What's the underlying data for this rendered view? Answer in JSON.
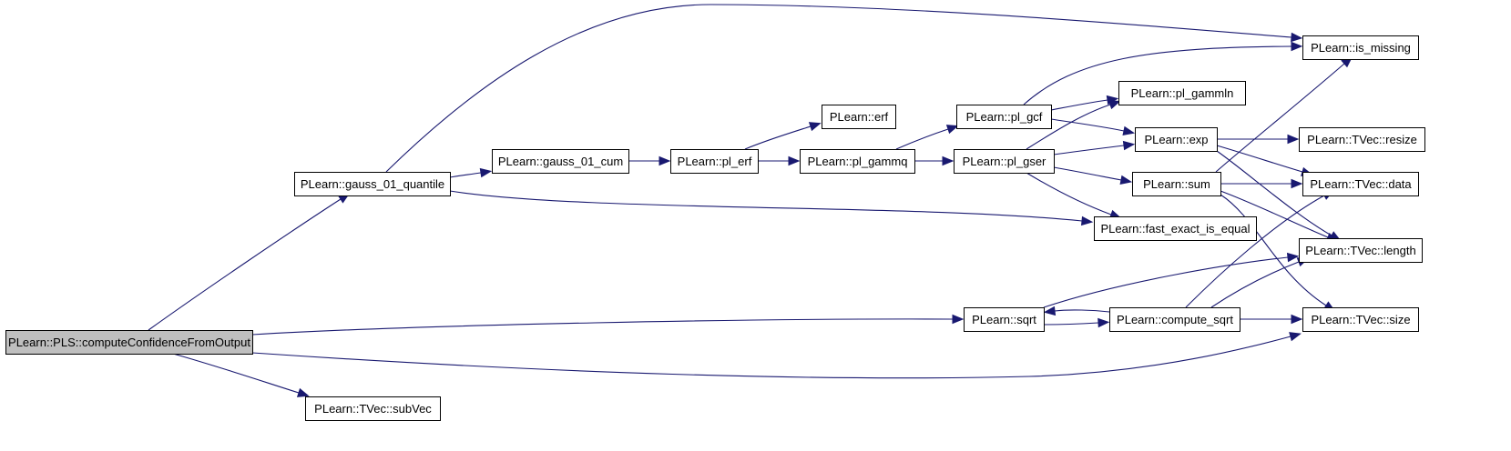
{
  "graph": {
    "edge_color": "#191970",
    "root_fill": "#bfbfbf",
    "nodes": [
      {
        "id": "root",
        "label": "PLearn::PLS::computeConfidenceFromOutput",
        "root": true
      },
      {
        "id": "gauss_q",
        "label": "PLearn::gauss_01_quantile"
      },
      {
        "id": "subvec",
        "label": "PLearn::TVec::subVec"
      },
      {
        "id": "gauss_cum",
        "label": "PLearn::gauss_01_cum"
      },
      {
        "id": "pl_erf",
        "label": "PLearn::pl_erf"
      },
      {
        "id": "erf",
        "label": "PLearn::erf"
      },
      {
        "id": "pl_gammq",
        "label": "PLearn::pl_gammq"
      },
      {
        "id": "pl_gcf",
        "label": "PLearn::pl_gcf"
      },
      {
        "id": "pl_gser",
        "label": "PLearn::pl_gser"
      },
      {
        "id": "pl_gammln",
        "label": "PLearn::pl_gammln"
      },
      {
        "id": "exp",
        "label": "PLearn::exp"
      },
      {
        "id": "sum",
        "label": "PLearn::sum"
      },
      {
        "id": "fast_eq",
        "label": "PLearn::fast_exact_is_equal"
      },
      {
        "id": "sqrt",
        "label": "PLearn::sqrt"
      },
      {
        "id": "compute_sqrt",
        "label": "PLearn::compute_sqrt"
      },
      {
        "id": "is_missing",
        "label": "PLearn::is_missing"
      },
      {
        "id": "resize",
        "label": "PLearn::TVec::resize"
      },
      {
        "id": "data",
        "label": "PLearn::TVec::data"
      },
      {
        "id": "length",
        "label": "PLearn::TVec::length"
      },
      {
        "id": "size",
        "label": "PLearn::TVec::size"
      }
    ],
    "edges": [
      [
        "root",
        "gauss_q"
      ],
      [
        "root",
        "sqrt"
      ],
      [
        "root",
        "size"
      ],
      [
        "root",
        "subvec"
      ],
      [
        "gauss_q",
        "is_missing"
      ],
      [
        "gauss_q",
        "gauss_cum"
      ],
      [
        "gauss_q",
        "fast_eq"
      ],
      [
        "gauss_cum",
        "pl_erf"
      ],
      [
        "pl_erf",
        "erf"
      ],
      [
        "pl_erf",
        "pl_gammq"
      ],
      [
        "pl_gammq",
        "pl_gcf"
      ],
      [
        "pl_gammq",
        "pl_gser"
      ],
      [
        "pl_gcf",
        "is_missing"
      ],
      [
        "pl_gcf",
        "pl_gammln"
      ],
      [
        "pl_gcf",
        "exp"
      ],
      [
        "pl_gser",
        "pl_gammln"
      ],
      [
        "pl_gser",
        "exp"
      ],
      [
        "pl_gser",
        "sum"
      ],
      [
        "pl_gser",
        "fast_eq"
      ],
      [
        "exp",
        "resize"
      ],
      [
        "exp",
        "data"
      ],
      [
        "exp",
        "length"
      ],
      [
        "sum",
        "is_missing"
      ],
      [
        "sum",
        "data"
      ],
      [
        "sum",
        "length"
      ],
      [
        "sum",
        "size"
      ],
      [
        "sqrt",
        "compute_sqrt"
      ],
      [
        "sqrt",
        "length"
      ],
      [
        "compute_sqrt",
        "sqrt"
      ],
      [
        "compute_sqrt",
        "data"
      ],
      [
        "compute_sqrt",
        "length"
      ],
      [
        "compute_sqrt",
        "size"
      ]
    ]
  }
}
